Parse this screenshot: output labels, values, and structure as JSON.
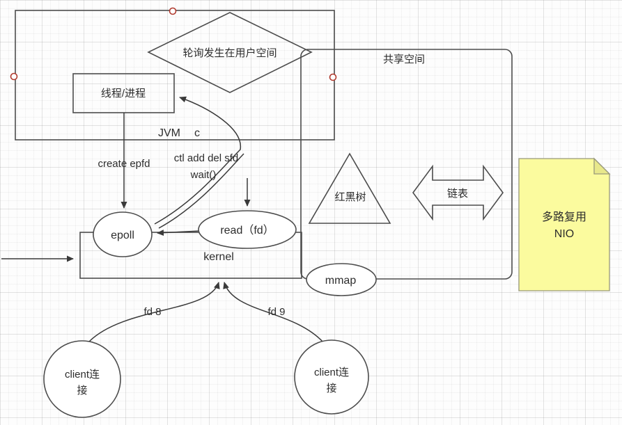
{
  "canvas": {
    "width": "893",
    "height": "611"
  },
  "colors": {
    "shape_stroke": "#4c4c4c",
    "connector": "#3a3a3a",
    "text": "#2d2d2d",
    "note_fill": "#fbfb9e",
    "note_fold": "#e8e88b",
    "note_stroke": "#98987b",
    "note_text": "#c4503c",
    "handle": "#b03a2e"
  },
  "nodes": {
    "jvm": {
      "label": "JVM",
      "label2": "c"
    },
    "poll_diamond": {
      "label": "轮询发生在用户空间"
    },
    "thread": {
      "label": "线程/进程"
    },
    "shared_space": {
      "label": "共享空间"
    },
    "rb_tree": {
      "label": "红黑树"
    },
    "linked_list": {
      "label": "链表"
    },
    "epoll": {
      "label": "epoll"
    },
    "read_fd": {
      "label": "read（fd）"
    },
    "kernel": {
      "label": "kernel"
    },
    "mmap": {
      "label": "mmap"
    },
    "sticky_note": {
      "line1": "多路复用",
      "line2": "NIO"
    },
    "client_left": {
      "line1": "client连",
      "line2": "接"
    },
    "client_right": {
      "line1": "client连",
      "line2": "接"
    }
  },
  "edges": {
    "create_epfd": {
      "label": "create epfd"
    },
    "ctl": {
      "line1": "ctl add del sfd",
      "line2": "wait()"
    },
    "fd_left": {
      "label": "fd 8"
    },
    "fd_right": {
      "label": "fd 9"
    }
  }
}
